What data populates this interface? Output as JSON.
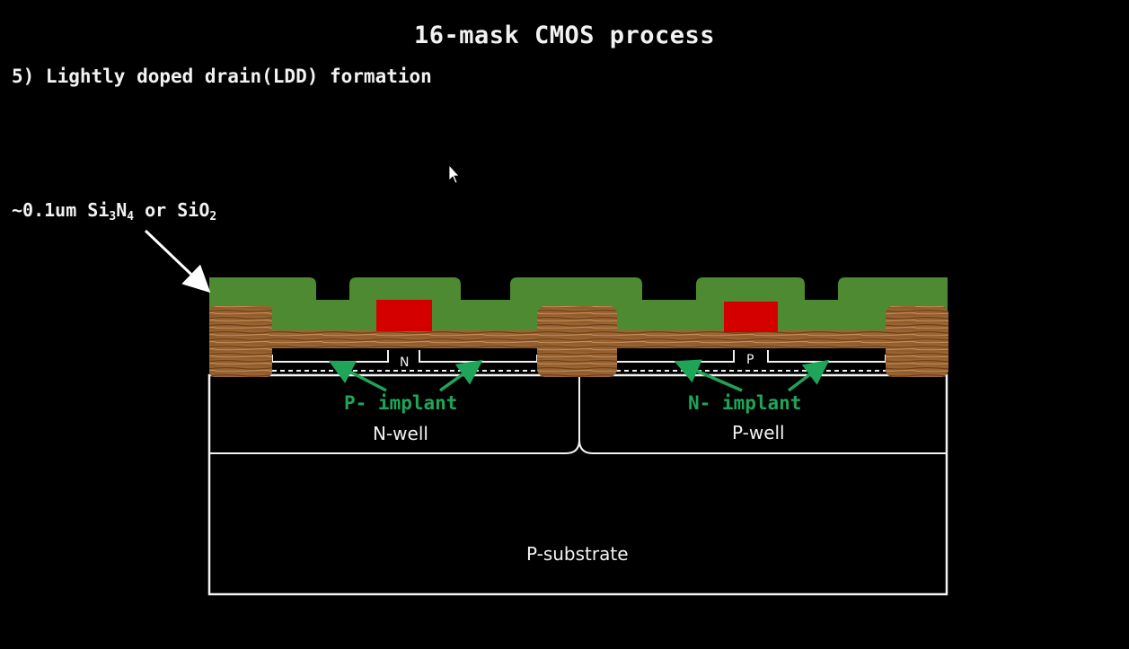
{
  "title": "16-mask CMOS process",
  "step": "5) Lightly doped drain(LDD) formation",
  "layer_label": {
    "prefix": "~0.1um Si",
    "sub1": "3",
    "mid1": "N",
    "sub2": "4",
    "mid2": " or SiO",
    "sub3": "2"
  },
  "diagram": {
    "n_region_label": "N",
    "p_region_label": "P",
    "p_implant": "P- implant",
    "n_implant": "N- implant",
    "n_well": "N-well",
    "p_well": "P-well",
    "substrate": "P-substrate"
  },
  "colors": {
    "spacer_layer": "#4d8a31",
    "gate": "#d40000",
    "oxide": "#9a6432",
    "implant_arrow": "#1fa55a"
  }
}
